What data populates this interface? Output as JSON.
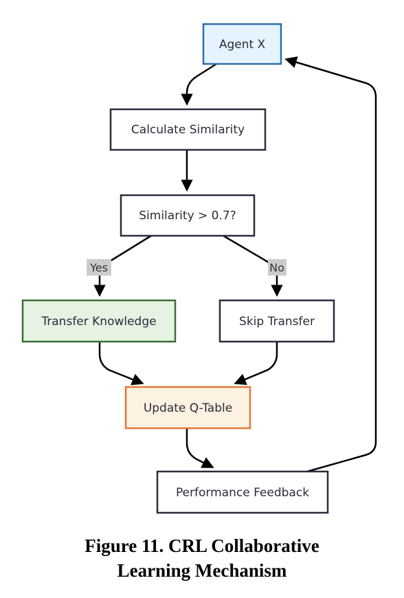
{
  "nodes": {
    "agent": {
      "label": "Agent X",
      "fill": "#e4f3fd",
      "stroke": "#2f6da3"
    },
    "similarity": {
      "label": "Calculate Similarity",
      "fill": "#ffffff",
      "stroke": "#2b2b3b"
    },
    "decision": {
      "label": "Similarity > 0.7?",
      "fill": "#ffffff",
      "stroke": "#2b2b3b"
    },
    "transfer": {
      "label": "Transfer Knowledge",
      "fill": "#e6f2e2",
      "stroke": "#3b6e36"
    },
    "skip": {
      "label": "Skip Transfer",
      "fill": "#ffffff",
      "stroke": "#2b2b3b"
    },
    "update": {
      "label": "Update Q-Table",
      "fill": "#fdf1e2",
      "stroke": "#e0783a"
    },
    "feedback": {
      "label": "Performance Feedback",
      "fill": "#ffffff",
      "stroke": "#2b2b3b"
    }
  },
  "edge_labels": {
    "yes": "Yes",
    "no": "No",
    "background": "#cccccc"
  },
  "caption": {
    "line1": "Figure 11. CRL Collaborative",
    "line2": "Learning Mechanism"
  }
}
